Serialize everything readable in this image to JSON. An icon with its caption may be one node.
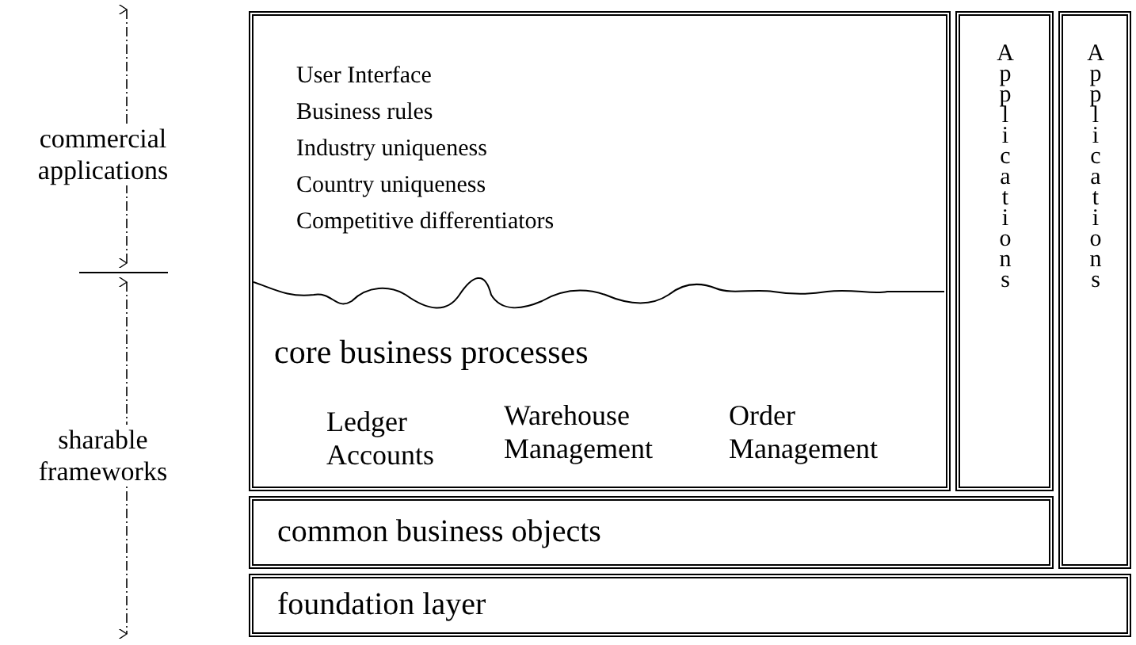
{
  "diagram": {
    "nodes": [
      {
        "text": [
          "User Interface",
          "Business rules",
          "Industry uniqueness",
          "Country uniqueness",
          "Competitive differentiators",
          "core business processes",
          "Ledger Accounts",
          "Warehouse Management",
          "Order Management"
        ]
      },
      {
        "text": [
          "Applications"
        ]
      },
      {
        "text": [
          "common business objects"
        ]
      },
      {
        "text": [
          "Applications"
        ]
      },
      {
        "text": [
          "foundation layer"
        ]
      }
    ],
    "edges": [],
    "labels": [
      "commercial applications",
      "sharable frameworks"
    ]
  }
}
